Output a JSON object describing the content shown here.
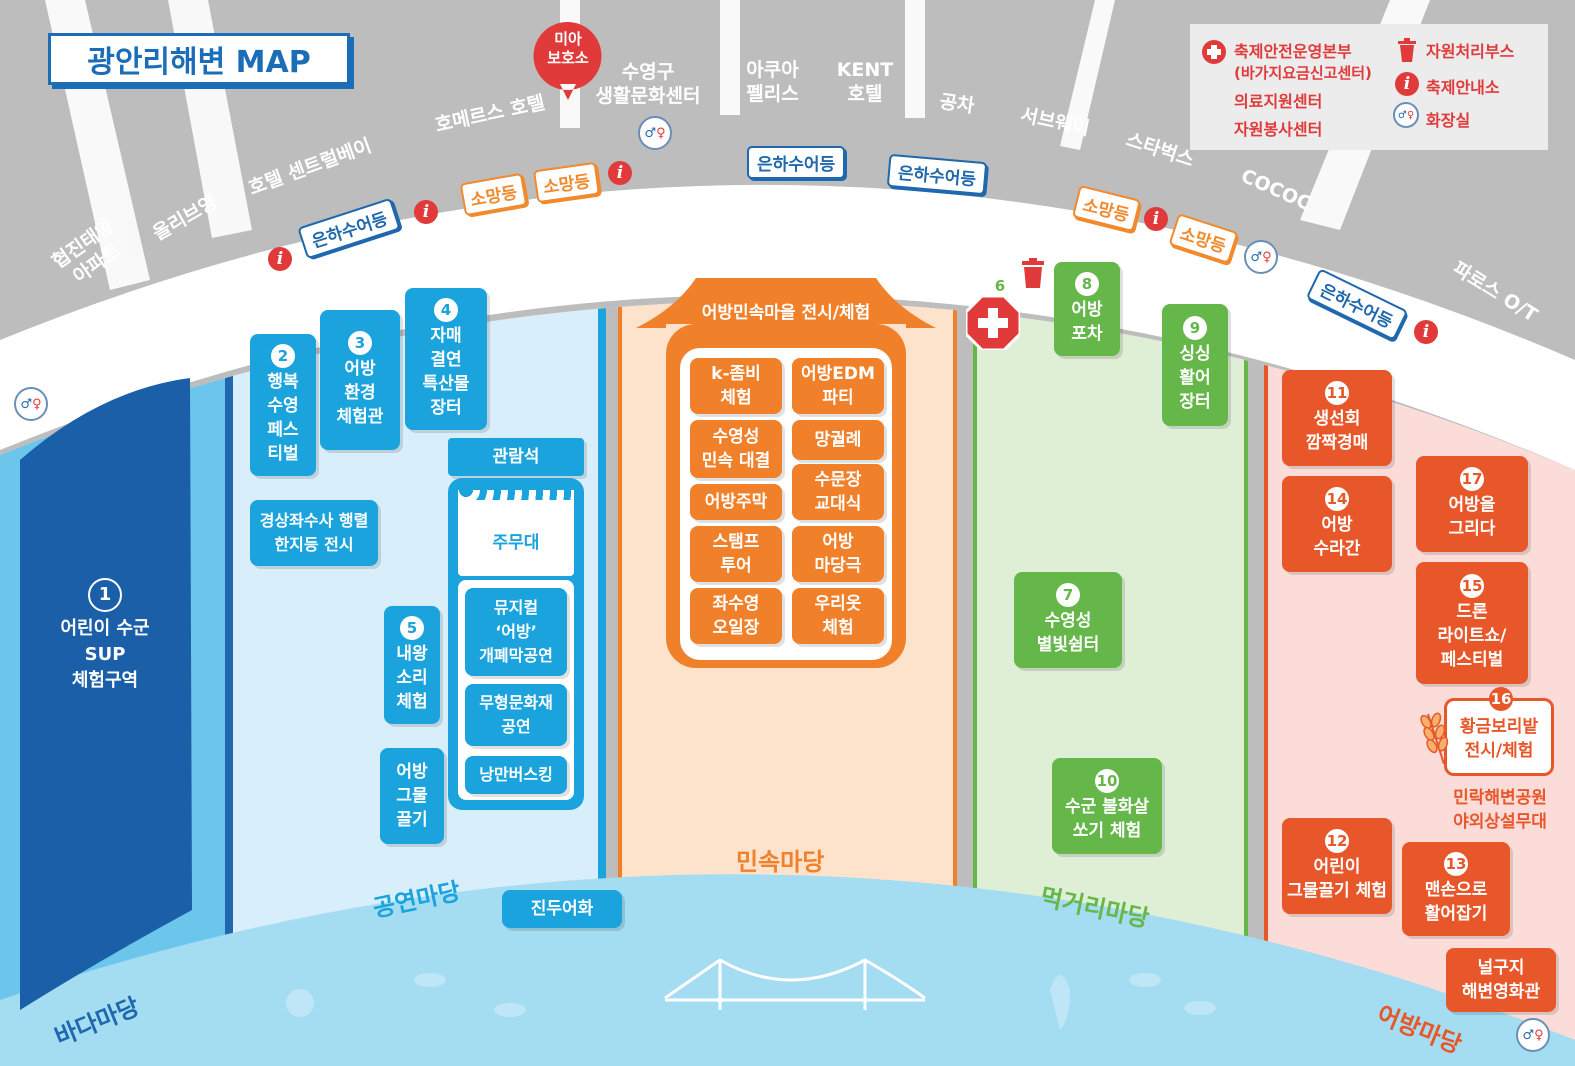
{
  "title": "광안리해변 MAP",
  "colors": {
    "sea": "#1aa3dd",
    "folk": "#f0802a",
    "food": "#66b74a",
    "fishing": "#e8572a",
    "accent": "#e03a3a",
    "navy": "#1f68ae"
  },
  "roads": {
    "hyeopjin": "협진태양\n아파트",
    "oliveyoung": "올리브영",
    "central_bay": "호텔 센트럴베이",
    "homers": "호메르스 호텔",
    "suyeong_center": "수영구\n생활문화센터",
    "aqua": "아쿠아\n펠리스",
    "kent": "KENT\n호텔",
    "gongcha": "공차",
    "subway": "서브웨이",
    "starbucks": "스타벅스",
    "cococ": "COCOC",
    "paros": "파로스 O/T"
  },
  "lost_child": "미아\n보호소",
  "legend": {
    "hq": "축제안전운영본부",
    "hq_sub": "(바가지요금신고센터)",
    "medical": "의료지원센터",
    "volunteer": "자원봉사센터",
    "trash": "자원처리부스",
    "info": "축제안내소",
    "toilet": "화장실"
  },
  "lamps": {
    "eunhasu": "은하수어등",
    "somang": "소망등"
  },
  "zones": {
    "sea": "바다마당",
    "performance": "공연마당",
    "folk": "민속마당",
    "food": "먹거리마당",
    "fishing": "어방마당"
  },
  "booths": {
    "b1": {
      "n": "1",
      "t": "어린이 수군\nSUP\n체험구역"
    },
    "b2": {
      "n": "2",
      "t": "행복\n수영\n페스\n티벌"
    },
    "b3": {
      "n": "3",
      "t": "어방\n환경\n체험관"
    },
    "b4": {
      "n": "4",
      "t": "자매\n결연\n특산물\n장터"
    },
    "b5": {
      "n": "5",
      "t": "내왕\n소리\n체험"
    },
    "b6": {
      "n": "6"
    },
    "b7": {
      "n": "7",
      "t": "수영성\n별빛쉼터"
    },
    "b8": {
      "n": "8",
      "t": "어방\n포차"
    },
    "b9": {
      "n": "9",
      "t": "싱싱\n활어\n장터"
    },
    "b10": {
      "n": "10",
      "t": "수군 불화살\n쏘기 체험"
    },
    "b11": {
      "n": "11",
      "t": "생선회\n깜짝경매"
    },
    "b12": {
      "n": "12",
      "t": "어린이\n그물끌기 체험"
    },
    "b13": {
      "n": "13",
      "t": "맨손으로\n활어잡기"
    },
    "b14": {
      "n": "14",
      "t": "어방\n수라간"
    },
    "b15": {
      "n": "15",
      "t": "드론\n라이트쇼/\n페스티벌"
    },
    "b16": {
      "n": "16",
      "t": "황금보리밭\n전시/체험"
    },
    "b17": {
      "n": "17",
      "t": "어방을\n그리다"
    }
  },
  "perf": {
    "hanji": "경상좌수사 행렬\n한지등 전시",
    "stands": "관람석",
    "main_stage": "주무대",
    "musical": "뮤지컬\n‘어방’\n개폐막공연",
    "intangible": "무형문화재\n공연",
    "busking": "낭만버스킹",
    "net_pull": "어방\n그물\n끌기",
    "jindu": "진두어화"
  },
  "folk": {
    "header": "어방민속마을 전시/체험",
    "items": [
      "k-좀비\n체험",
      "어방EDM\n파티",
      "수영성\n민속 대결",
      "망궐례",
      "어방주막",
      "수문장\n교대식",
      "스탬프\n투어",
      "어방\n마당극",
      "좌수영\n오일장",
      "우리옷\n체험"
    ]
  },
  "fishing_extra": {
    "millak": "민락해변공원\n야외상설무대",
    "neolguji": "널구지\n해변영화관"
  }
}
